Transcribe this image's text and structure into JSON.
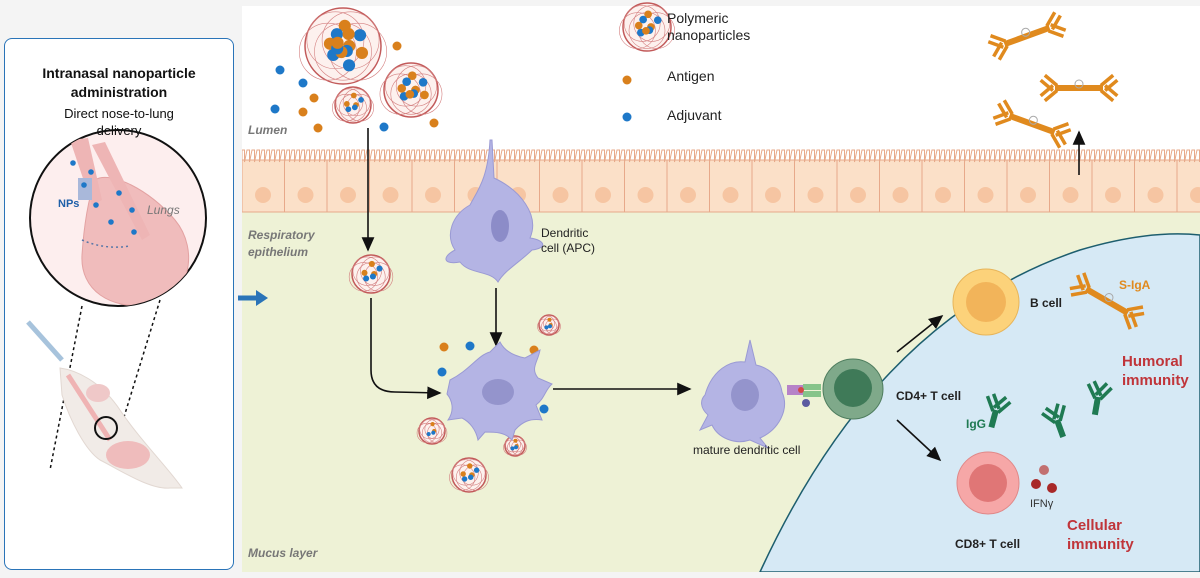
{
  "left_panel": {
    "title_line1": "Intranasal nanoparticle",
    "title_line2": "administration",
    "subtitle_line1": "Direct nose-to-lung",
    "subtitle_line2": "delivery",
    "nps_label": "NPs",
    "lungs_label": "Lungs"
  },
  "regions": {
    "lumen": "Lumen",
    "epithelium_line1": "Respiratory",
    "epithelium_line2": "epithelium",
    "mucus": "Mucus layer"
  },
  "legend": [
    {
      "icon": "polymeric-nanoparticle-icon",
      "label_line1": "Polymeric",
      "label_line2": "nanoparticles"
    },
    {
      "icon": "antigen-dot-icon",
      "label_line1": "Antigen"
    },
    {
      "icon": "adjuvant-dot-icon",
      "label_line1": "Adjuvant"
    }
  ],
  "cells": {
    "dendritic_line1": "Dendritic",
    "dendritic_line2": "cell (APC)",
    "mature_dc": "mature dendritic cell",
    "cd4": "CD4+ T cell",
    "bcell": "B cell",
    "cd8": "CD8+ T cell"
  },
  "molecules": {
    "siga": "S-IgA",
    "igg": "IgG",
    "ifng": "IFNγ"
  },
  "outcomes": {
    "humoral_line1": "Humoral",
    "humoral_line2": "immunity",
    "cellular_line1": "Cellular",
    "cellular_line2": "immunity"
  },
  "colors": {
    "panel_border": "#2a74b8",
    "antigen": "#d9801c",
    "adjuvant": "#1e78c8",
    "epithelium": "#fbe0c8",
    "mucus": "#eef2d6",
    "lymph": "#d6e9f5",
    "dendritic": "#b4b4e4",
    "tcell": "#5f9a78",
    "bcell": "#f7c56a",
    "cd8": "#f29a9a",
    "siga": "#e08a1e",
    "igg": "#1f7a52",
    "immunity_text": "#c0353a"
  }
}
